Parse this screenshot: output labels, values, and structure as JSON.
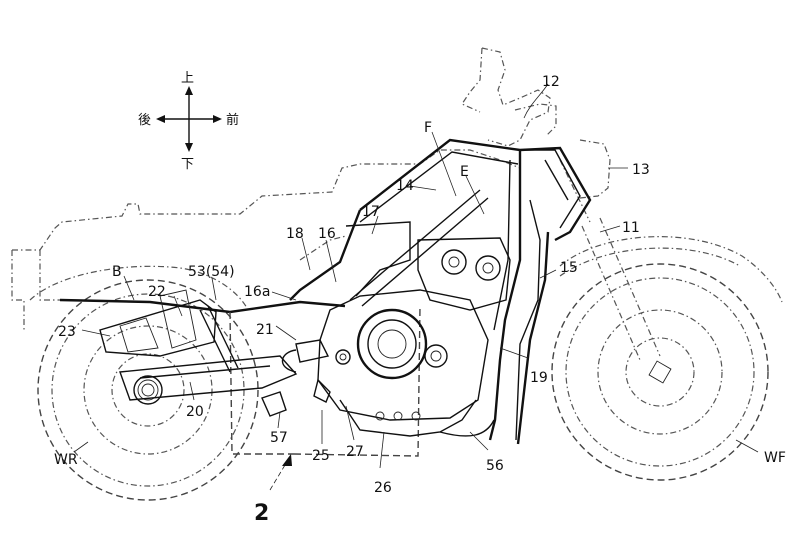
{
  "orientation": {
    "up": "上",
    "down": "下",
    "rear": "後",
    "front": "前"
  },
  "labels": {
    "l12": "12",
    "l13": "13",
    "l11": "11",
    "lF": "F",
    "l14": "14",
    "lE": "E",
    "l17": "17",
    "l18": "18",
    "l16": "16",
    "l15": "15",
    "lB": "B",
    "l53": "53(54)",
    "l22": "22",
    "l16a": "16a",
    "l23": "23",
    "l21": "21",
    "l19": "19",
    "l20": "20",
    "l57": "57",
    "l25": "25",
    "l27": "27",
    "l26": "26",
    "l56": "56",
    "lWR": "WR",
    "lWF": "WF",
    "l2": "2"
  }
}
